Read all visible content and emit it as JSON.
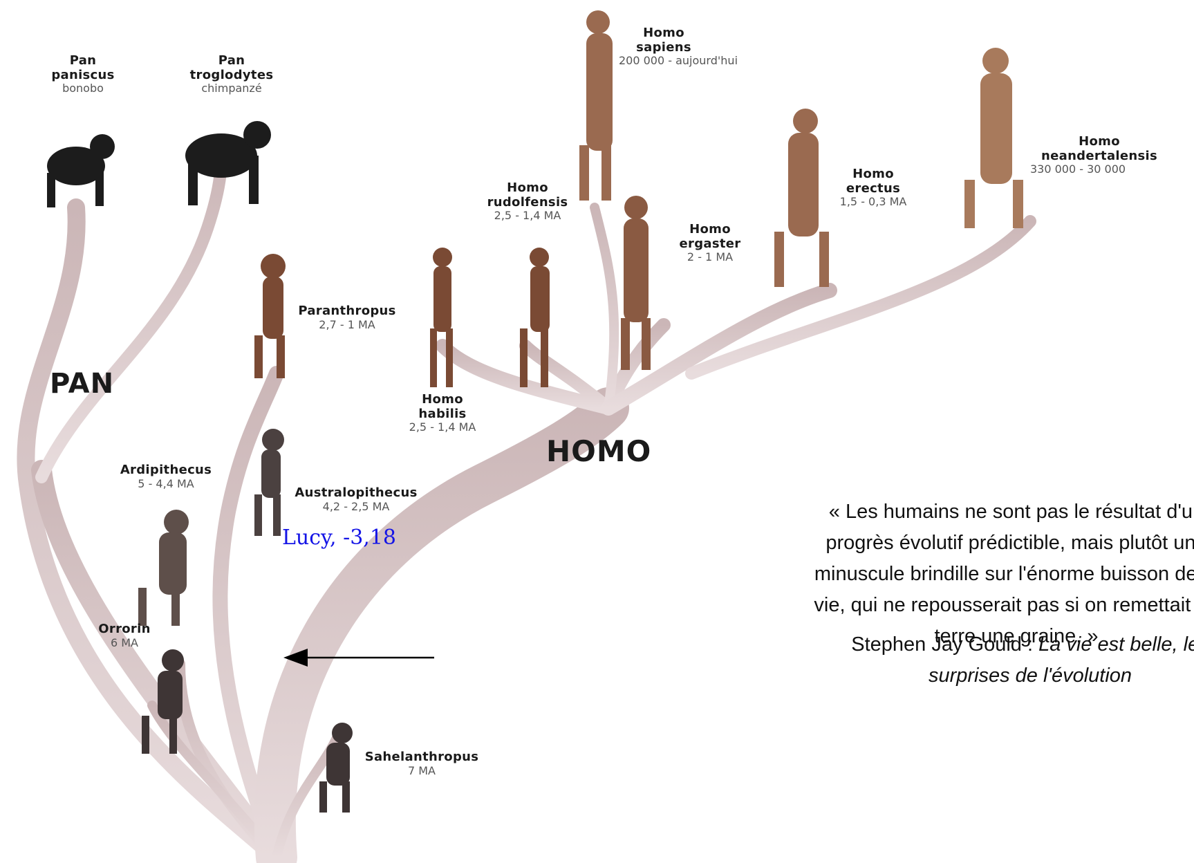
{
  "genera": {
    "pan": "PAN",
    "homo": "HOMO"
  },
  "species": {
    "pan_paniscus": {
      "name": "Pan paniscus",
      "common": "bonobo"
    },
    "pan_troglodytes": {
      "name": "Pan troglodytes",
      "common": "chimpanzé"
    },
    "homo_sapiens": {
      "name": "Homo sapiens",
      "dates": "200 000 - aujourd'hui"
    },
    "homo_neanderthalensis": {
      "name": "Homo neandertalensis",
      "dates": "330 000 - 30 000"
    },
    "homo_erectus": {
      "name": "Homo erectus",
      "dates": "1,5 - 0,3 MA"
    },
    "homo_rudolfensis": {
      "name": "Homo rudolfensis",
      "dates": "2,5 - 1,4 MA"
    },
    "homo_ergaster": {
      "name": "Homo ergaster",
      "dates": "2 - 1 MA"
    },
    "paranthropus": {
      "name": "Paranthropus",
      "dates": "2,7 - 1 MA"
    },
    "homo_habilis": {
      "name": "Homo habilis",
      "dates": "2,5 - 1,4 MA"
    },
    "ardipithecus": {
      "name": "Ardipithecus",
      "dates": "5 - 4,4 MA"
    },
    "australopithecus": {
      "name": "Australopithecus",
      "dates": "4,2 - 2,5 MA"
    },
    "orrorin": {
      "name": "Orrorin",
      "dates": "6 MA"
    },
    "sahelanthropus": {
      "name": "Sahelanthropus",
      "dates": "7 MA"
    }
  },
  "annotation": {
    "lucy": "Lucy, -3,18"
  },
  "quote": {
    "text": "« Les humains ne sont pas le résultat d'un progrès évolutif prédictible, mais plutôt une minuscule brindille sur l'énorme buisson de la vie, qui ne repousserait pas si on remettait en terre une graine. »",
    "author_prefix": "Stephen Jay Gould : ",
    "book_title": "La vie est belle, les surprises de l'évolution"
  },
  "colors": {
    "branch": "#d9c8c9",
    "arrow": "#000000",
    "lucy": "#1414e6"
  }
}
